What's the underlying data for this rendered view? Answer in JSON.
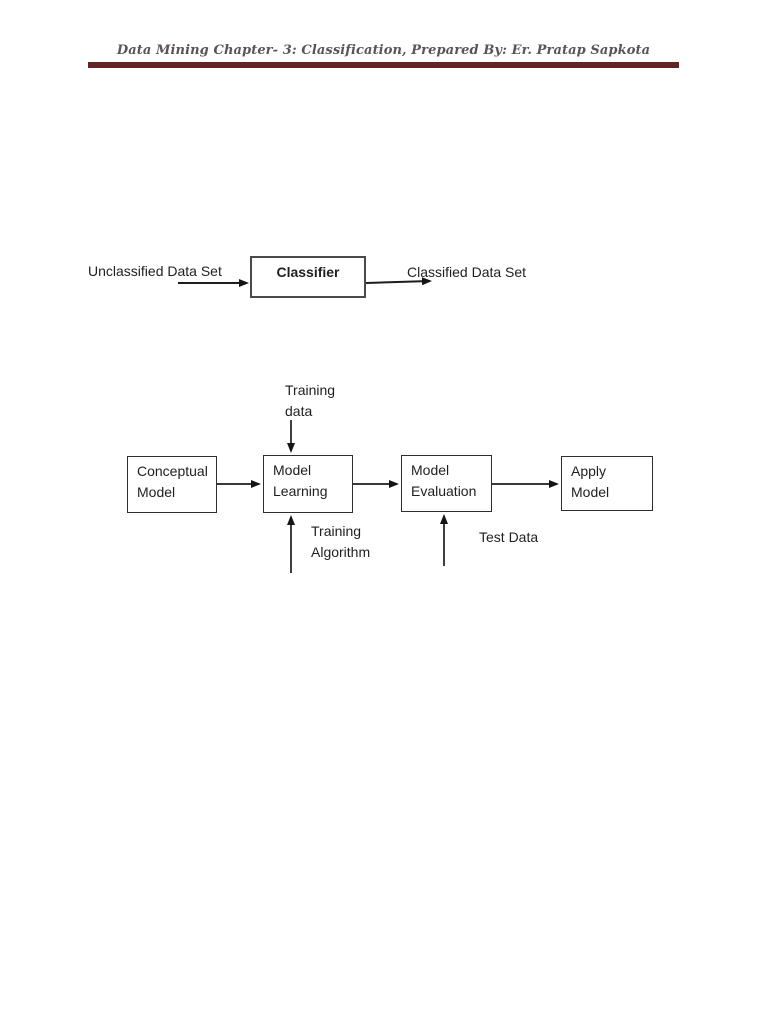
{
  "header": {
    "title": "Data Mining Chapter- 3: Classification, Prepared By: Er. Pratap Sapkota",
    "rule_color": "#622423",
    "title_color": "#5b5456"
  },
  "classifier_flow": {
    "input_label": "Unclassified Data Set",
    "box_label": "Classifier",
    "output_label": "Classified Data Set"
  },
  "learning_flow": {
    "boxes": [
      {
        "line1": "Conceptual",
        "line2": "Model"
      },
      {
        "line1": "Model",
        "line2": "Learning"
      },
      {
        "line1": "Model",
        "line2": "Evaluation"
      },
      {
        "line1": "Apply",
        "line2": "Model"
      }
    ],
    "training_data_label": {
      "line1": "Training",
      "line2": "data"
    },
    "training_algorithm_label": {
      "line1": "Training",
      "line2": "Algorithm"
    },
    "test_data_label": "Test Data"
  },
  "diagram_colors": {
    "line": "#1d1d1d",
    "box_border": "#2e2e2e",
    "text": "#1f1f1f"
  }
}
